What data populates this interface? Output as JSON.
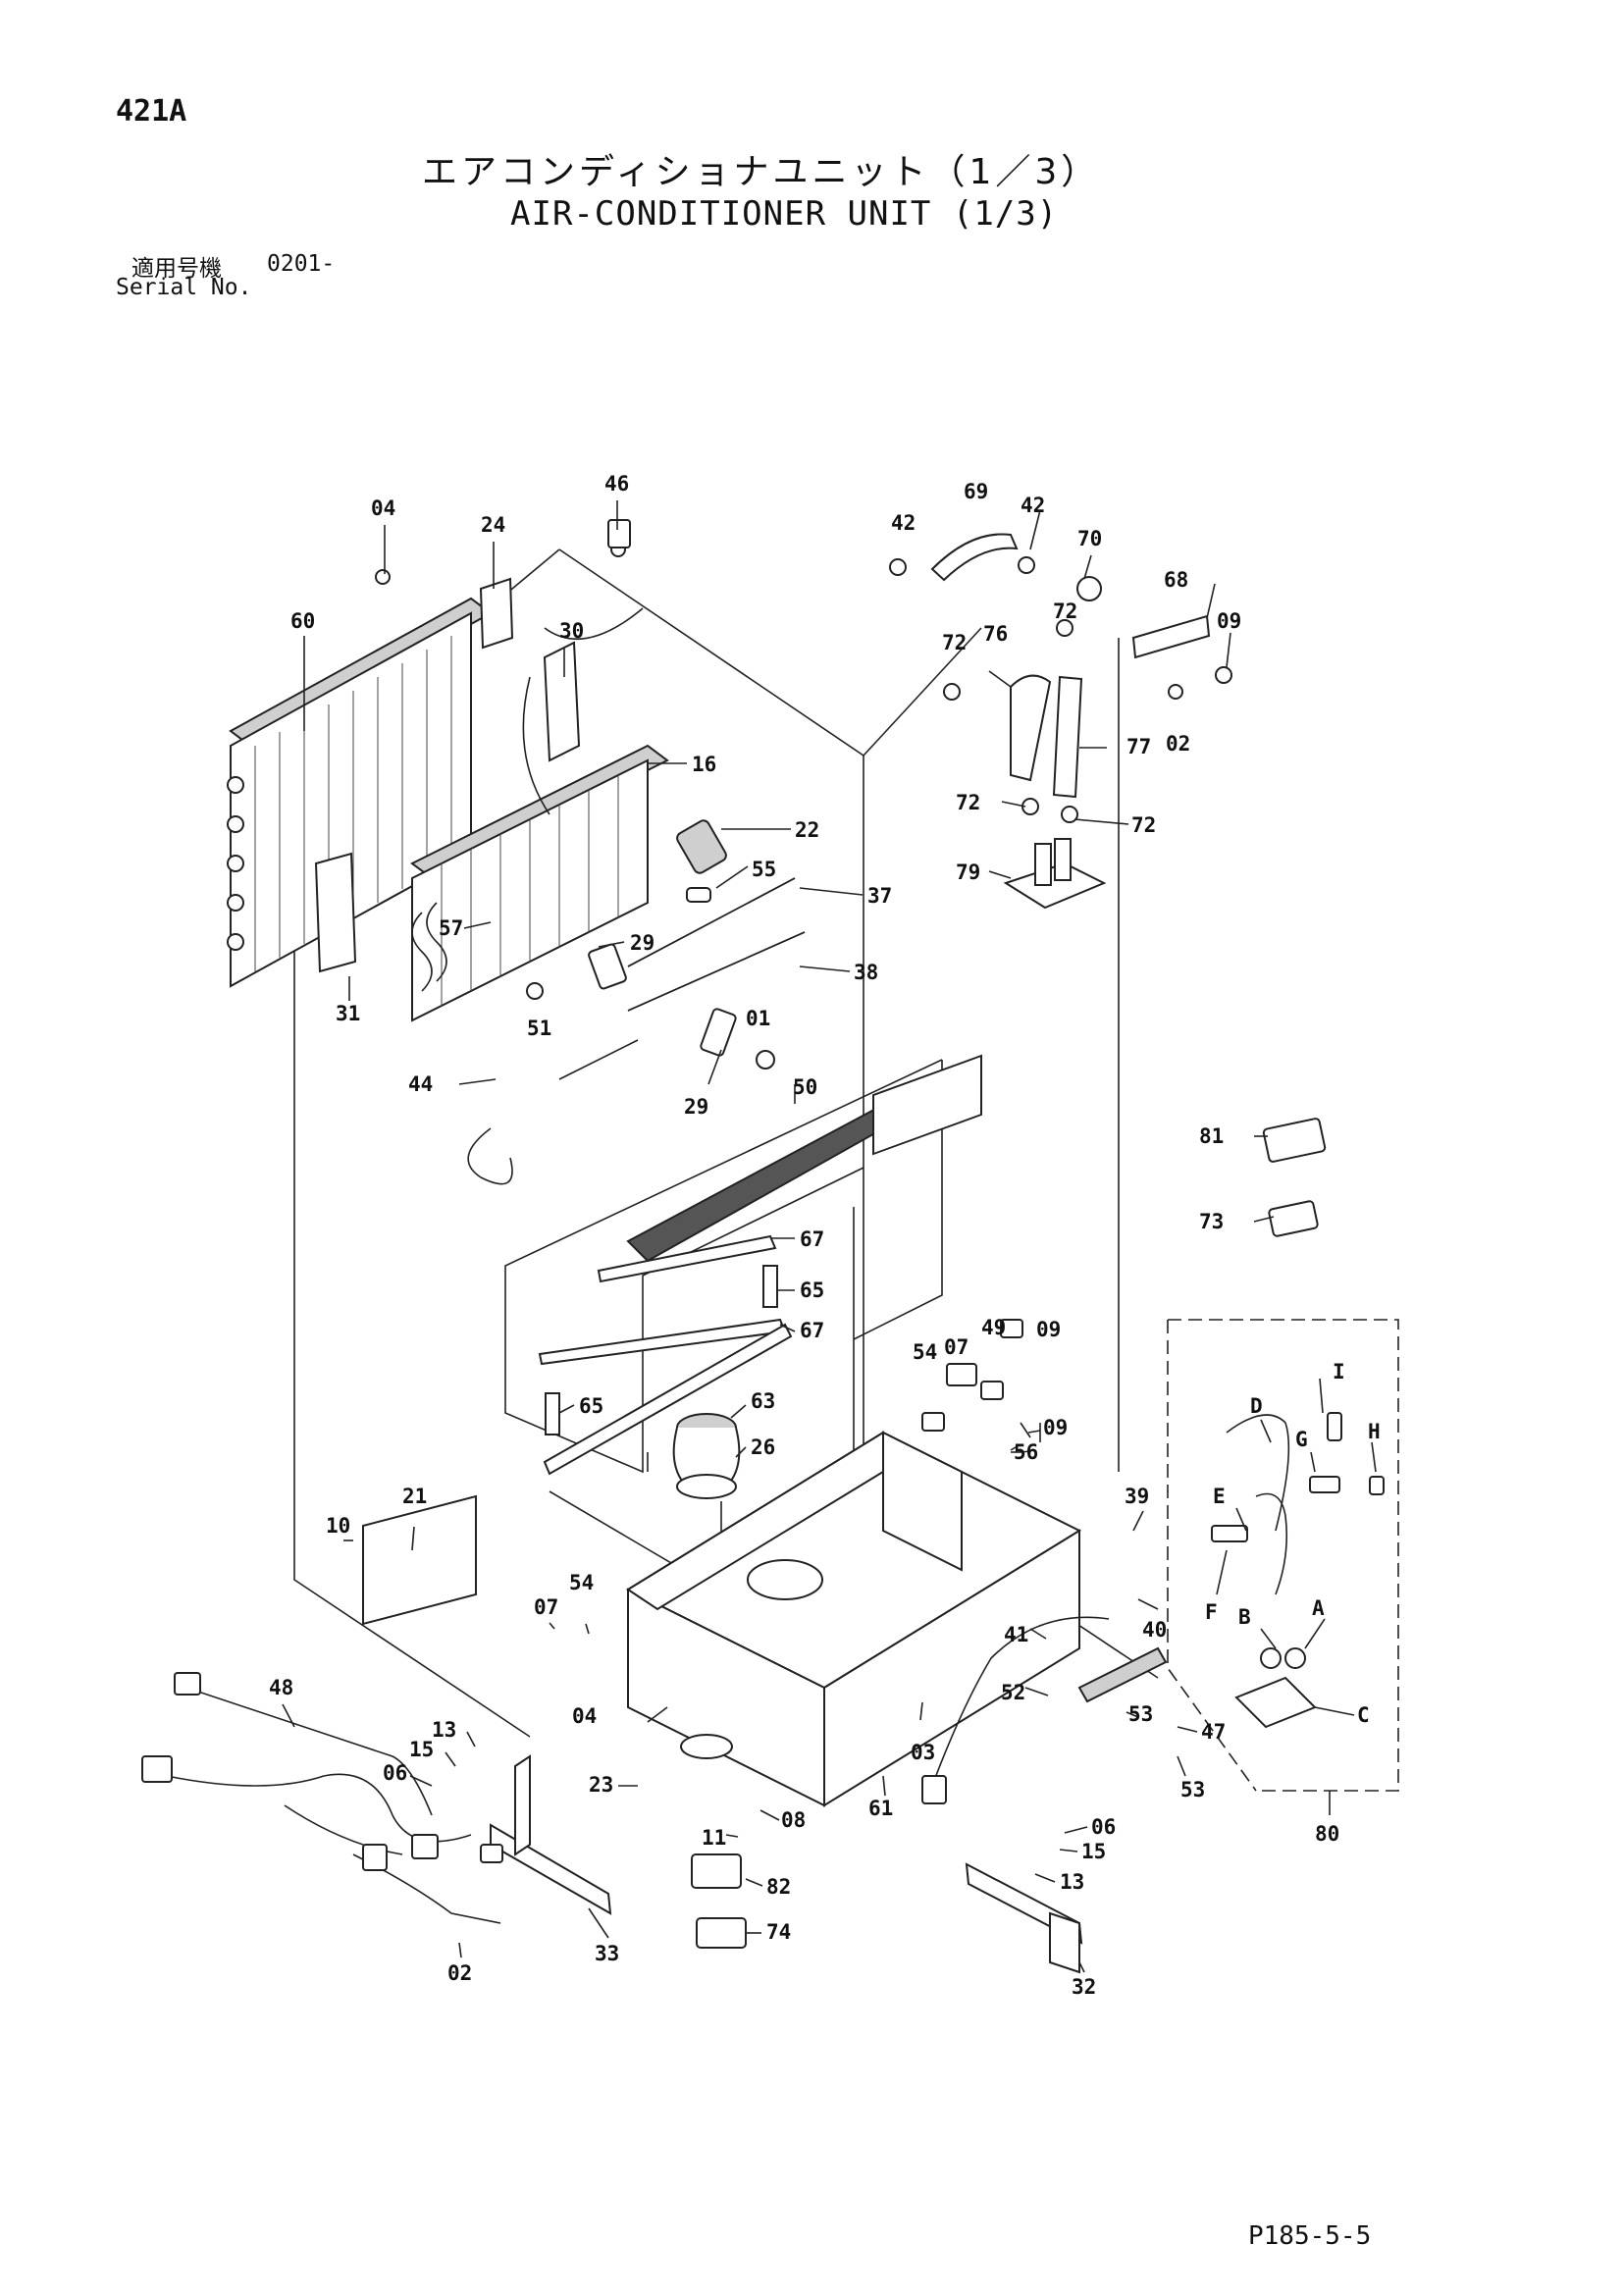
{
  "header": {
    "page_code": "421A",
    "title_jp": "エアコンディショナユニット（1／3）",
    "title_en": "AIR-CONDITIONER UNIT (1/3)",
    "serial_label_jp": "適用号機",
    "serial_value": "0201-",
    "serial_label_en": "Serial No."
  },
  "footer": {
    "page_ref": "P185-5-5"
  },
  "callouts": {
    "c04a": "04",
    "c24": "24",
    "c46": "46",
    "c60": "60",
    "c30": "30",
    "c16": "16",
    "c57": "57",
    "c22": "22",
    "c55": "55",
    "c37": "37",
    "c38": "38",
    "c29a": "29",
    "c29b": "29",
    "c31": "31",
    "c51": "51",
    "c01": "01",
    "c44": "44",
    "c50": "50",
    "c67a": "67",
    "c65a": "65",
    "c67b": "67",
    "c65b": "65",
    "c63": "63",
    "c26": "26",
    "c42a": "42",
    "c69": "69",
    "c42b": "42",
    "c70": "70",
    "c68": "68",
    "c09a": "09",
    "c72a": "72",
    "c72b": "72",
    "c76": "76",
    "c77": "77",
    "c02a": "02",
    "c72c": "72",
    "c72d": "72",
    "c79": "79",
    "c81": "81",
    "c73": "73",
    "c54a": "54",
    "c07a": "07",
    "c49": "49",
    "c09b": "09",
    "c09c": "09",
    "c56": "56",
    "c21": "21",
    "c10": "10",
    "c07b": "07",
    "c54b": "54",
    "c39": "39",
    "c40": "40",
    "c41": "41",
    "c52": "52",
    "c48": "48",
    "c04b": "04",
    "c13a": "13",
    "c15a": "15",
    "c06a": "06",
    "c23": "23",
    "c08": "08",
    "c11": "11",
    "c03": "03",
    "c53a": "53",
    "c53b": "53",
    "c47": "47",
    "c61": "61",
    "c82": "82",
    "c74": "74",
    "c33": "33",
    "c02b": "02",
    "c06b": "06",
    "c15b": "15",
    "c13b": "13",
    "c32": "32",
    "c80": "80",
    "lI": "I",
    "lD": "D",
    "lG": "G",
    "lH": "H",
    "lE": "E",
    "lF": "F",
    "lB": "B",
    "lA": "A",
    "lC": "C"
  }
}
